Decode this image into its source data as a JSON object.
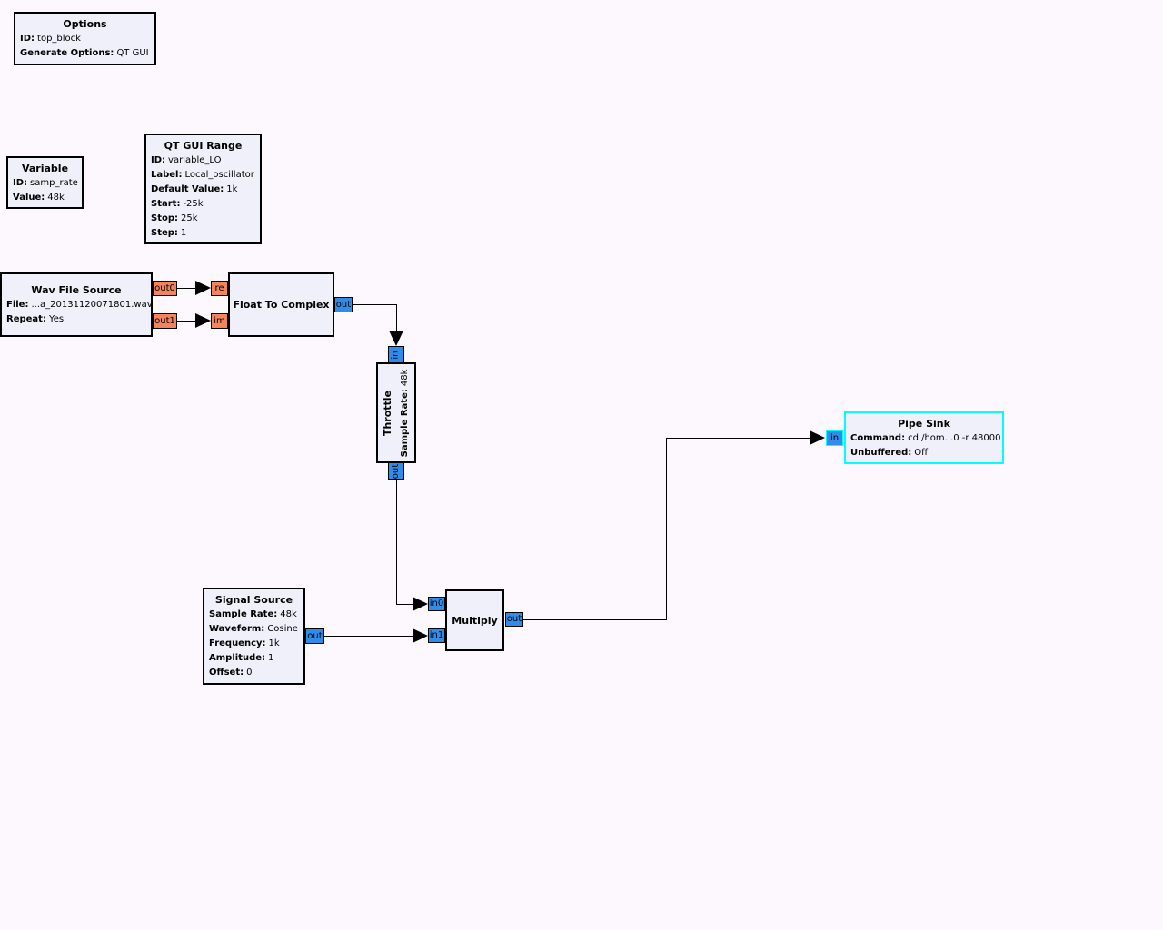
{
  "app": "GNU Radio Companion flowgraph canvas",
  "colors": {
    "canvas_bg": "#fdf8fe",
    "block_bg": "#f0f0fa",
    "block_border": "#000000",
    "port_float": "#f4845c",
    "port_complex": "#2f8de9",
    "selected_border": "#00ffff",
    "wire": "#000000"
  },
  "blocks": {
    "options": {
      "title": "Options",
      "params": [
        {
          "label": "ID:",
          "value": "top_block"
        },
        {
          "label": "Generate Options:",
          "value": "QT GUI"
        }
      ]
    },
    "variable": {
      "title": "Variable",
      "params": [
        {
          "label": "ID:",
          "value": "samp_rate"
        },
        {
          "label": "Value:",
          "value": "48k"
        }
      ]
    },
    "qt_gui_range": {
      "title": "QT GUI Range",
      "params": [
        {
          "label": "ID:",
          "value": "variable_LO"
        },
        {
          "label": "Label:",
          "value": "Local_oscillator"
        },
        {
          "label": "Default Value:",
          "value": "1k"
        },
        {
          "label": "Start:",
          "value": "-25k"
        },
        {
          "label": "Stop:",
          "value": "25k"
        },
        {
          "label": "Step:",
          "value": "1"
        }
      ]
    },
    "wav_file_source": {
      "title": "Wav File Source",
      "params": [
        {
          "label": "File:",
          "value": "...a_20131120071801.wav"
        },
        {
          "label": "Repeat:",
          "value": "Yes"
        }
      ],
      "ports": {
        "out0": "out0",
        "out1": "out1"
      }
    },
    "float_to_complex": {
      "title": "Float To Complex",
      "ports": {
        "re": "re",
        "im": "im",
        "out": "out"
      }
    },
    "throttle": {
      "title": "Throttle",
      "params": [
        {
          "label": "Sample Rate:",
          "value": "48k"
        }
      ],
      "ports": {
        "in": "in",
        "out": "out"
      }
    },
    "signal_source": {
      "title": "Signal Source",
      "params": [
        {
          "label": "Sample Rate:",
          "value": "48k"
        },
        {
          "label": "Waveform:",
          "value": "Cosine"
        },
        {
          "label": "Frequency:",
          "value": "1k"
        },
        {
          "label": "Amplitude:",
          "value": "1"
        },
        {
          "label": "Offset:",
          "value": "0"
        }
      ],
      "ports": {
        "out": "out"
      }
    },
    "multiply": {
      "title": "Multiply",
      "ports": {
        "in0": "in0",
        "in1": "in1",
        "out": "out"
      }
    },
    "pipe_sink": {
      "title": "Pipe Sink",
      "selected": true,
      "params": [
        {
          "label": "Command:",
          "value": "cd /hom...0 -r 48000"
        },
        {
          "label": "Unbuffered:",
          "value": "Off"
        }
      ],
      "ports": {
        "in": "in"
      }
    }
  }
}
